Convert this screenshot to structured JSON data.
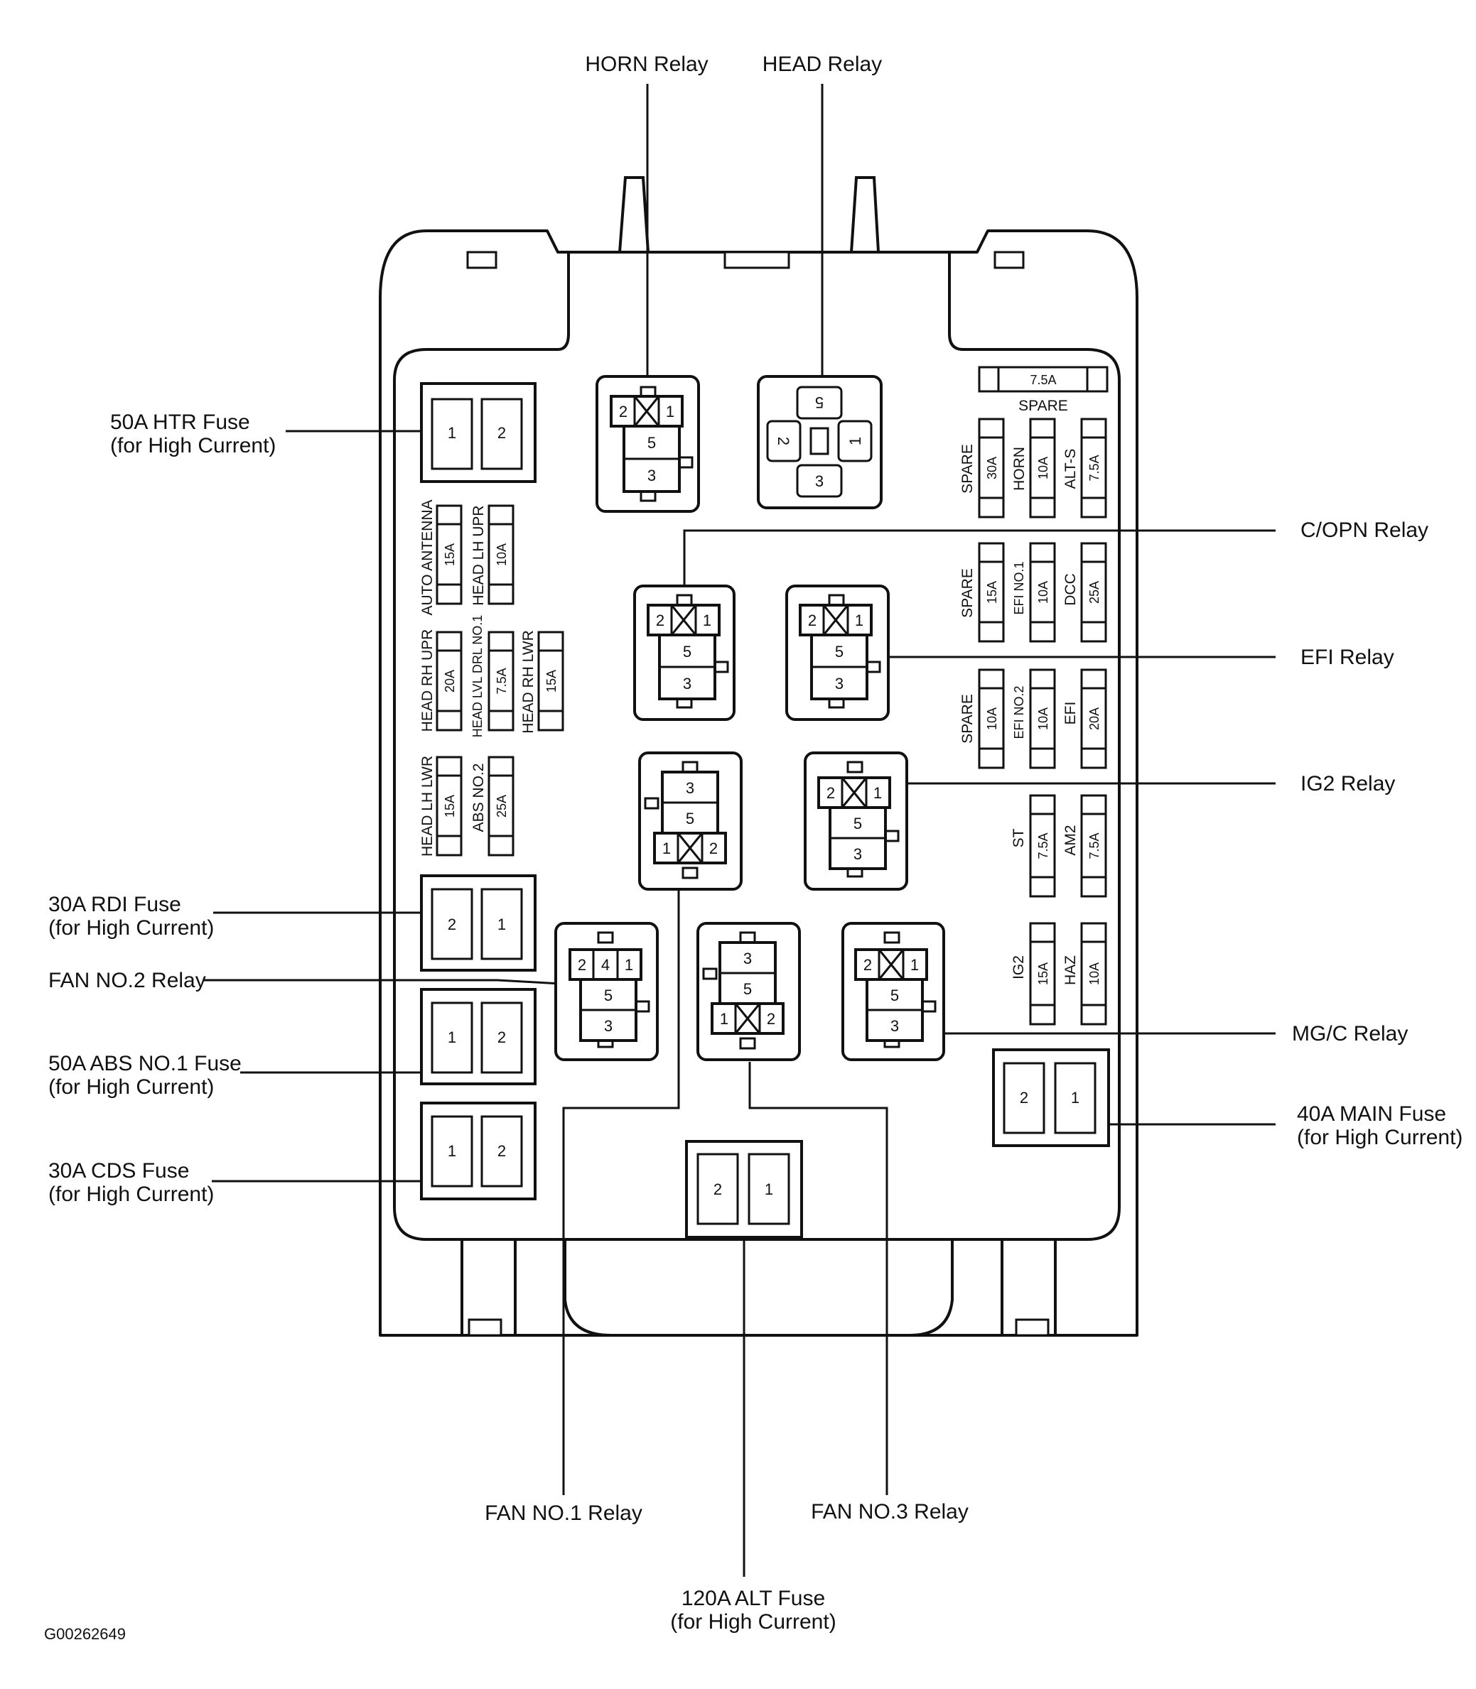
{
  "callouts": {
    "horn_relay": "HORN Relay",
    "head_relay": "HEAD Relay",
    "htr_fuse": [
      "50A HTR Fuse",
      "(for High Current)"
    ],
    "copn_relay": "C/OPN Relay",
    "efi_relay": "EFI Relay",
    "ig2_relay": "IG2 Relay",
    "rdi_fuse": [
      "30A RDI Fuse",
      "(for High Current)"
    ],
    "fan2_relay": "FAN NO.2 Relay",
    "abs1_fuse": [
      "50A ABS NO.1 Fuse",
      "(for High Current)"
    ],
    "cds_fuse": [
      "30A CDS Fuse",
      "(for High Current)"
    ],
    "mgc_relay": "MG/C Relay",
    "main_fuse": [
      "40A MAIN Fuse",
      "(for High Current)"
    ],
    "fan1_relay": "FAN NO.1 Relay",
    "fan3_relay": "FAN NO.3 Relay",
    "alt_fuse": [
      "120A ALT Fuse",
      "(for High Current)"
    ]
  },
  "figure_code": "G00262649",
  "fuses_left": {
    "auto_antenna": {
      "name": "AUTO ANTENNA",
      "rating": "15A"
    },
    "head_lh_upr": {
      "name": "HEAD LH UPR",
      "rating": "10A"
    },
    "head_rh_upr": {
      "name": "HEAD RH UPR",
      "rating": "20A"
    },
    "head_lvl_drl": {
      "name": "HEAD LVL DRL NO.1",
      "rating": "7.5A"
    },
    "head_rh_lwr": {
      "name": "HEAD RH LWR",
      "rating": "15A"
    },
    "head_lh_lwr": {
      "name": "HEAD LH LWR",
      "rating": "15A"
    },
    "abs_no2": {
      "name": "ABS NO.2",
      "rating": "25A"
    }
  },
  "fuses_right": {
    "spare_top": {
      "name": "SPARE",
      "rating": "7.5A"
    },
    "spare_30": {
      "name": "SPARE",
      "rating": "30A"
    },
    "horn": {
      "name": "HORN",
      "rating": "10A"
    },
    "alt_s": {
      "name": "ALT-S",
      "rating": "7.5A"
    },
    "spare_15": {
      "name": "SPARE",
      "rating": "15A"
    },
    "efi_no1": {
      "name": "EFI NO.1",
      "rating": "10A"
    },
    "dcc": {
      "name": "DCC",
      "rating": "25A"
    },
    "spare_10": {
      "name": "SPARE",
      "rating": "10A"
    },
    "efi_no2": {
      "name": "EFI NO.2",
      "rating": "10A"
    },
    "efi": {
      "name": "EFI",
      "rating": "20A"
    },
    "st": {
      "name": "ST",
      "rating": "7.5A"
    },
    "am2": {
      "name": "AM2",
      "rating": "7.5A"
    },
    "ig2": {
      "name": "IG2",
      "rating": "15A"
    },
    "haz": {
      "name": "HAZ",
      "rating": "10A"
    }
  },
  "pins": {
    "one": "1",
    "two": "2",
    "three": "3",
    "four": "4",
    "five": "5"
  }
}
